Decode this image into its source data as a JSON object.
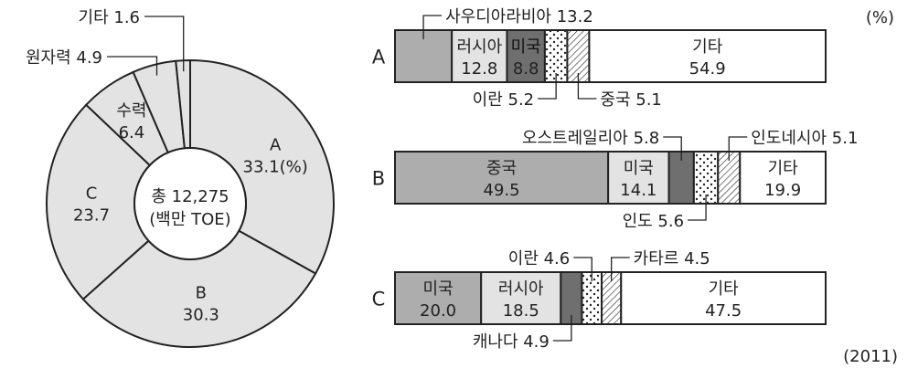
{
  "chart_data": [
    {
      "type": "pie",
      "style": "donut",
      "center_text": [
        "총 12,275",
        "(백만 TOE)"
      ],
      "unit": "%",
      "slices": [
        {
          "label": "A",
          "value": 33.1,
          "value_text": "33.1(%)"
        },
        {
          "label": "B",
          "value": 30.3,
          "value_text": "30.3"
        },
        {
          "label": "C",
          "value": 23.7,
          "value_text": "23.7"
        },
        {
          "label": "수력",
          "value": 6.4,
          "value_text": "6.4"
        },
        {
          "label": "원자력",
          "value": 4.9,
          "value_text": "원자력 4.9"
        },
        {
          "label": "기타",
          "value": 1.6,
          "value_text": "기타 1.6"
        }
      ],
      "colors": {
        "fill": "#e3e3e3",
        "stroke": "#222222"
      }
    },
    {
      "type": "bar",
      "orientation": "horizontal-stacked-100",
      "unit_label": "(%)",
      "year_label": "(2011)",
      "bars": [
        {
          "name": "A",
          "segments": [
            {
              "label": "사우디아라비아",
              "value": 13.2,
              "fill": "#adadad"
            },
            {
              "label": "러시아",
              "value": 12.8,
              "fill": "#e3e3e3"
            },
            {
              "label": "미국",
              "value": 8.8,
              "fill": "#6f6f6f"
            },
            {
              "label": "이란",
              "value": 5.2,
              "fill": "dots"
            },
            {
              "label": "중국",
              "value": 5.1,
              "fill": "hatch"
            },
            {
              "label": "기타",
              "value": 54.9,
              "fill": "#ffffff"
            }
          ]
        },
        {
          "name": "B",
          "segments": [
            {
              "label": "중국",
              "value": 49.5,
              "fill": "#adadad"
            },
            {
              "label": "미국",
              "value": 14.1,
              "fill": "#e3e3e3"
            },
            {
              "label": "오스트레일리아",
              "value": 5.8,
              "fill": "#6f6f6f"
            },
            {
              "label": "인도",
              "value": 5.6,
              "fill": "dots"
            },
            {
              "label": "인도네시아",
              "value": 5.1,
              "fill": "hatch"
            },
            {
              "label": "기타",
              "value": 19.9,
              "fill": "#ffffff"
            }
          ]
        },
        {
          "name": "C",
          "segments": [
            {
              "label": "미국",
              "value": 20.0,
              "fill": "#adadad"
            },
            {
              "label": "러시아",
              "value": 18.5,
              "fill": "#e3e3e3"
            },
            {
              "label": "캐나다",
              "value": 4.9,
              "fill": "#6f6f6f"
            },
            {
              "label": "이란",
              "value": 4.6,
              "fill": "dots"
            },
            {
              "label": "카타르",
              "value": 4.5,
              "fill": "hatch"
            },
            {
              "label": "기타",
              "value": 47.5,
              "fill": "#ffffff"
            }
          ]
        }
      ]
    }
  ]
}
